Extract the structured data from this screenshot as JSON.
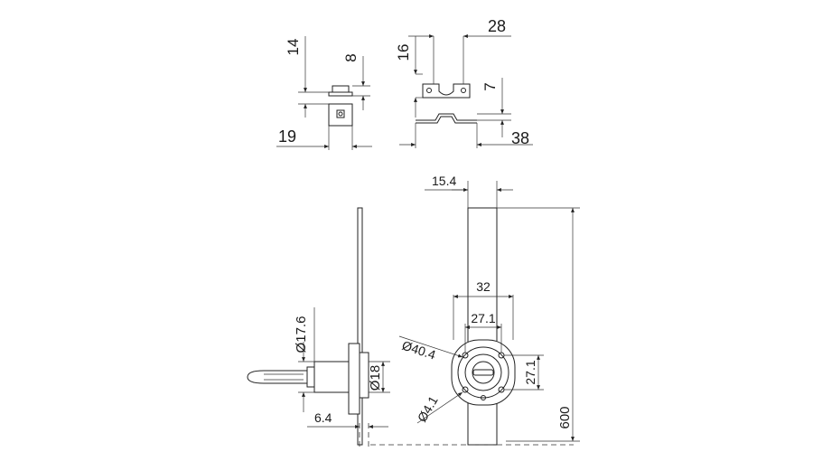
{
  "drawing": {
    "dimensions": {
      "d14": "14",
      "d8": "8",
      "d19": "19",
      "d16": "16",
      "d28": "28",
      "d7": "7",
      "d38": "38",
      "d15_4": "15.4",
      "d32": "32",
      "d27_1_h": "27.1",
      "d27_1_v": "27.1",
      "d600": "600",
      "dia40_4": "Ø40.4",
      "dia17_6": "Ø17.6",
      "dia18": "Ø18",
      "dia4_1": "Ø4.1",
      "d6_4": "6.4"
    },
    "colors": {
      "line": "#222222",
      "background": "#ffffff"
    }
  }
}
